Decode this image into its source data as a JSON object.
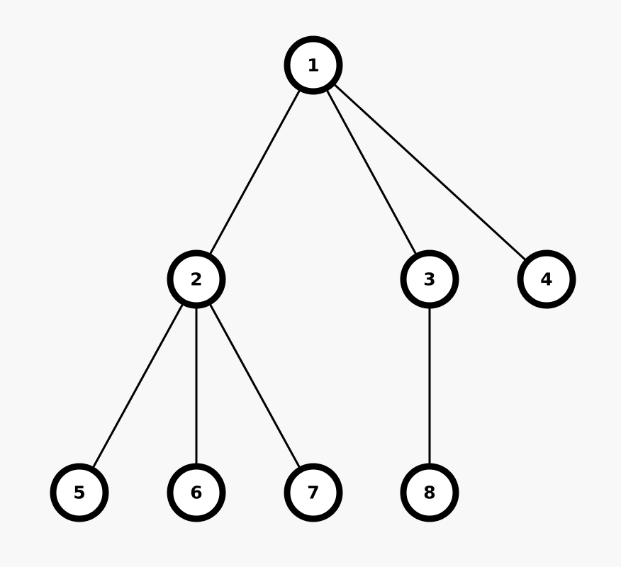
{
  "tree": {
    "nodes": [
      {
        "id": "1",
        "label": "1"
      },
      {
        "id": "2",
        "label": "2"
      },
      {
        "id": "3",
        "label": "3"
      },
      {
        "id": "4",
        "label": "4"
      },
      {
        "id": "5",
        "label": "5"
      },
      {
        "id": "6",
        "label": "6"
      },
      {
        "id": "7",
        "label": "7"
      },
      {
        "id": "8",
        "label": "8"
      }
    ],
    "edges": [
      {
        "from": "1",
        "to": "2"
      },
      {
        "from": "1",
        "to": "3"
      },
      {
        "from": "1",
        "to": "4"
      },
      {
        "from": "2",
        "to": "5"
      },
      {
        "from": "2",
        "to": "6"
      },
      {
        "from": "2",
        "to": "7"
      },
      {
        "from": "3",
        "to": "8"
      }
    ]
  },
  "colors": {
    "background": "#f8f8f8",
    "node_fill": "#ffffff",
    "stroke": "#000000",
    "text": "#000000"
  }
}
